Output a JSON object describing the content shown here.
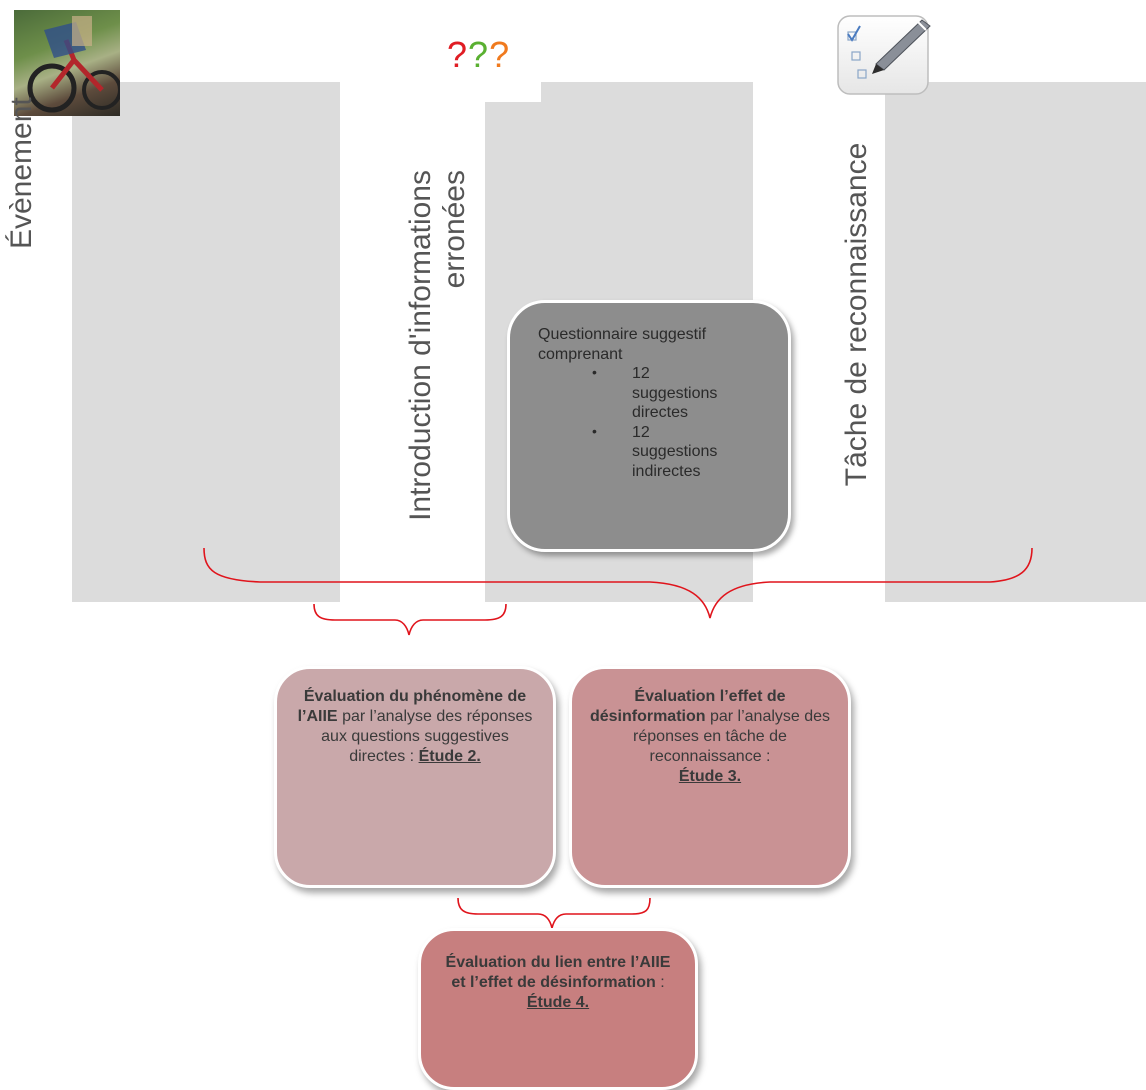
{
  "columns": {
    "event_label": "Évènement",
    "misinfo_label_line1": "Introduction d'informations",
    "misinfo_label_line2": "erronées",
    "recognition_label": "Tâche de reconnaissance"
  },
  "question_marks": [
    "?",
    "?",
    "?"
  ],
  "questionnaire": {
    "intro": "Questionnaire suggestif comprenant",
    "items": [
      "12 suggestions directes",
      "12 suggestions indirectes"
    ]
  },
  "box_study2": {
    "bold": "Évaluation du phénomène de l’AIIE",
    "text": "par l’analyse des réponses aux questions suggestives directes :",
    "study": "Étude 2."
  },
  "box_study3": {
    "bold": "Évaluation l’effet de désinformation",
    "text": "par l’analyse des réponses en tâche de reconnaissance :",
    "study": "Étude 3."
  },
  "box_study4": {
    "bold": "Évaluation du lien entre l’AIIE et l’effet de désinformation",
    "text": ":",
    "study": "Étude 4."
  },
  "colors": {
    "brace": "#e0141c",
    "column": "#dcdcdc",
    "gray_box": "#8d8d8d",
    "box_study2": "#c9a8aa",
    "box_study3": "#c99294",
    "box_study4": "#c77f7f"
  },
  "icons": [
    "bicycle-photo",
    "checklist-pen-icon"
  ]
}
